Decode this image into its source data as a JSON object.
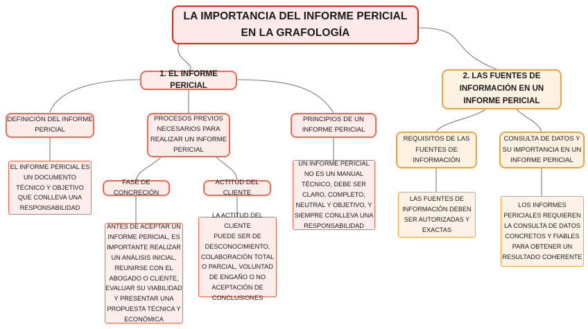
{
  "diagram": {
    "type": "mind-map",
    "colors": {
      "root_border": "#ee2211",
      "root_fill": "#fce9e9",
      "red_border": "#f4684f",
      "red_fill": "#fdedea",
      "orange_border": "#f0a33c",
      "orange_fill": "#fdf1e2",
      "connector": "#7a7a7a",
      "text": "#1a1a1a",
      "background": "#ffffff"
    },
    "root": {
      "label": "LA IMPORTANCIA DEL INFORME PERICIAL\nEN LA GRAFOLOGÍA"
    },
    "branches": [
      {
        "id": "branch-1",
        "label": "1. EL INFORME PERICIAL",
        "children": [
          {
            "id": "definicion-del-informe-pericial",
            "label": "DEFINICIÓN DEL INFORME\nPERICIAL",
            "children": [
              {
                "id": "definicion-detalle",
                "label": "EL INFORME PERICIAL ES\nUN DOCUMENTO\nTÉCNICO Y OBJETIVO\nQUE CONLLEVA UNA\nRESPONSABILIDAD"
              }
            ]
          },
          {
            "id": "procesos-previos",
            "label": "PROCESOS PREVIOS\nNECESARIOS PARA\nREALIZAR UN INFORME\nPERICIAL",
            "children": [
              {
                "id": "fase-de-concrecion",
                "label": "FASE DE CONCRECIÓN",
                "children": [
                  {
                    "id": "fase-de-concrecion-detalle",
                    "label": "ANTES DE ACEPTAR UN\nINFORME PERICIAL, ES\nIMPORTANTE REALIZAR\nUN ANÁLISIS INICIAL,\nREUNIRSE CON EL\nABOGADO O CLIENTE,\nEVALUAR SU VIABILIDAD\nY PRESENTAR UNA\nPROPUESTA TÉCNICA Y\nECONÓMICA"
                  }
                ]
              },
              {
                "id": "actitud-del-cliente",
                "label": "ACTITUD DEL CLIENTE",
                "children": [
                  {
                    "id": "actitud-del-cliente-detalle",
                    "label": "LA ACTITUD DEL CLIENTE\nPUEDE SER DE\nDESCONOCIMIENTO,\nCOLABORACIÓN TOTAL\nO PARCIAL, VOLUNTAD\nDE ENGAÑO O NO\nACEPTACIÓN DE\nCONCLUSIONES"
                  }
                ]
              }
            ]
          },
          {
            "id": "principios-de-un-informe-pericial",
            "label": "PRINCIPIOS DE UN\nINFORME PERICIAL",
            "children": [
              {
                "id": "principios-detalle",
                "label": "UN INFORME PERICIAL\nNO ES UN MANUAL\nTÉCNICO, DEBE SER\nCLARO, COMPLETO,\nNEUTRAL Y OBJETIVO, Y\nSIEMPRE CONLLEVA UNA\nRESPONSABILIDAD"
              }
            ]
          }
        ]
      },
      {
        "id": "branch-2",
        "label": "2. LAS FUENTES DE\nINFORMACIÓN EN UN\nINFORME PERICIAL",
        "children": [
          {
            "id": "requisitos-de-las-fuentes",
            "label": "REQUISITOS DE LAS\nFUENTES DE\nINFORMACIÓN",
            "children": [
              {
                "id": "requisitos-detalle",
                "label": "LAS FUENTES DE\nINFORMACIÓN DEBEN\nSER AUTORIZADAS Y\nEXACTAS"
              }
            ]
          },
          {
            "id": "consulta-de-datos",
            "label": "CONSULTA DE DATOS Y\nSU IMPORTANCIA EN UN\nINFORME PERICIAL",
            "children": [
              {
                "id": "consulta-de-datos-detalle",
                "label": "LOS INFORMES\nPERICIALES REQUIEREN\nLA CONSULTA DE DATOS\nCONCRETOS Y FIABLES\nPARA OBTENER UN\nRESULTADO COHERENTE"
              }
            ]
          }
        ]
      }
    ]
  }
}
